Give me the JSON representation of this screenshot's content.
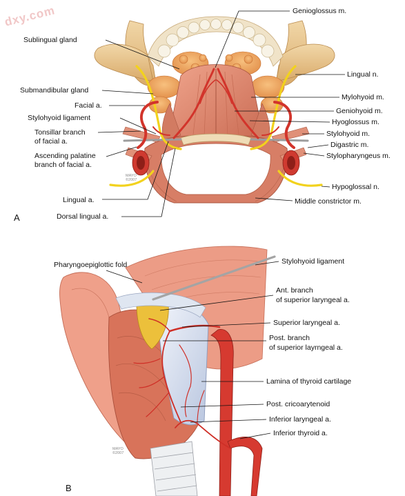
{
  "panel_a": {
    "letter": "A",
    "watermark": "dxy.com",
    "credit": [
      "MAYO",
      "©2007"
    ],
    "labels_left": [
      "Sublingual gland",
      "Submandibular gland",
      "Facial a.",
      "Stylohyoid ligament",
      "Tonsillar branch",
      "of facial a.",
      "Ascending palatine",
      "branch of facial a.",
      "Lingual a.",
      "Dorsal lingual a."
    ],
    "labels_right": [
      "Genioglossus m.",
      "Lingual n.",
      "Mylohyoid m.",
      "Geniohyoid m.",
      "Hyoglossus m.",
      "Stylohyoid m.",
      "Digastric m.",
      "Stylopharyngeus m.",
      "Hypoglossal n.",
      "Middle constrictor m."
    ]
  },
  "panel_b": {
    "letter": "B",
    "credit": [
      "MAYO",
      "©2007"
    ],
    "labels": [
      "Pharyngoepiglottic fold",
      "Stylohyoid ligament",
      "Ant. branch",
      "of superior laryngeal a.",
      "Superior laryngeal a.",
      "Post. branch",
      "of superior layrngeal a.",
      "Lamina of thyroid cartilage",
      "Post. cricoarytenoid",
      "Inferior laryngeal a.",
      "Inferior thyroid a."
    ]
  },
  "colors": {
    "muscle": "#d9826a",
    "muscle_dark": "#b85a44",
    "bone": "#e9c996",
    "gland": "#eea35a",
    "artery": "#d2342b",
    "nerve": "#f2d21d",
    "ligament": "#a9a9a9",
    "cartilage": "#d9e1f0"
  }
}
